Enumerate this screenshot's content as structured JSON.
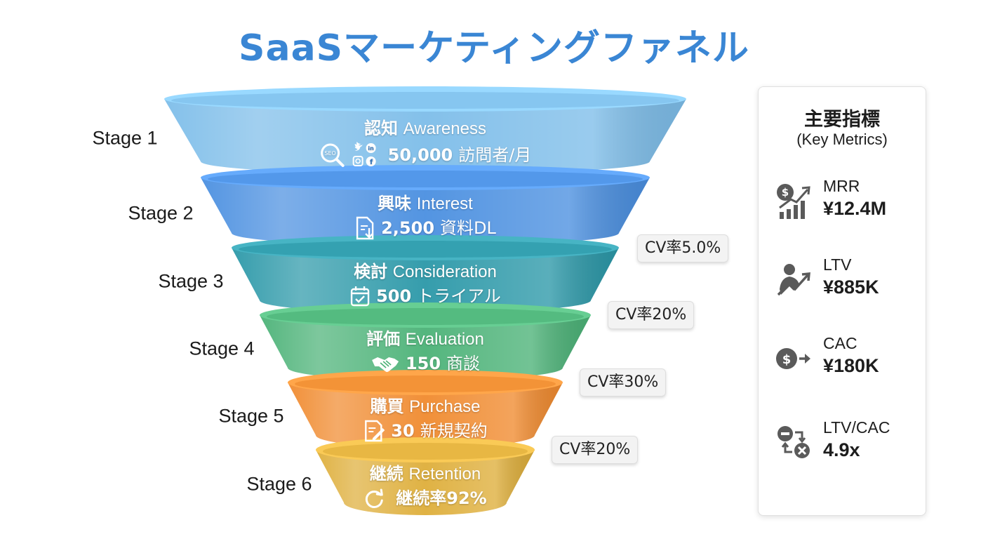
{
  "title": "SaaSマーケティングファネル",
  "stages": [
    {
      "label": "Stage 1",
      "name_jp": "認知",
      "name_en": "Awareness",
      "metric_value": "50,000",
      "metric_unit": "訪問者/月",
      "icon": "seo-social-icon",
      "color": "#7dbde9"
    },
    {
      "label": "Stage 2",
      "name_jp": "興味",
      "name_en": "Interest",
      "metric_value": "2,500",
      "metric_unit": "資料DL",
      "icon": "document-download-icon",
      "color": "#4a8fe0"
    },
    {
      "label": "Stage 3",
      "name_jp": "検討",
      "name_en": "Consideration",
      "metric_value": "500",
      "metric_unit": "トライアル",
      "icon": "calendar-check-icon",
      "color": "#2b98a8"
    },
    {
      "label": "Stage 4",
      "name_jp": "評価",
      "name_en": "Evaluation",
      "metric_value": "150",
      "metric_unit": "商談",
      "icon": "handshake-icon",
      "color": "#4bb277"
    },
    {
      "label": "Stage 5",
      "name_jp": "購買",
      "name_en": "Purchase",
      "metric_value": "30",
      "metric_unit": "新規契約",
      "icon": "contract-sign-icon",
      "color": "#f08a2e"
    },
    {
      "label": "Stage 6",
      "name_jp": "継続",
      "name_en": "Retention",
      "metric_value": "",
      "metric_unit": "継続率92%",
      "icon": "refresh-icon",
      "color": "#deae3a"
    }
  ],
  "conversion_rates": [
    "CV率5.0%",
    "CV率20%",
    "CV率30%",
    "CV率20%"
  ],
  "metrics_panel": {
    "title": "主要指標",
    "subtitle": "(Key Metrics)",
    "items": [
      {
        "label": "MRR",
        "value": "¥12.4M",
        "icon": "dollar-growth-chart-icon"
      },
      {
        "label": "LTV",
        "value": "¥885K",
        "icon": "person-growth-icon"
      },
      {
        "label": "CAC",
        "value": "¥180K",
        "icon": "dollar-arrow-icon"
      },
      {
        "label": "LTV/CAC",
        "value": "4.9x",
        "icon": "ratio-exchange-icon"
      }
    ]
  }
}
